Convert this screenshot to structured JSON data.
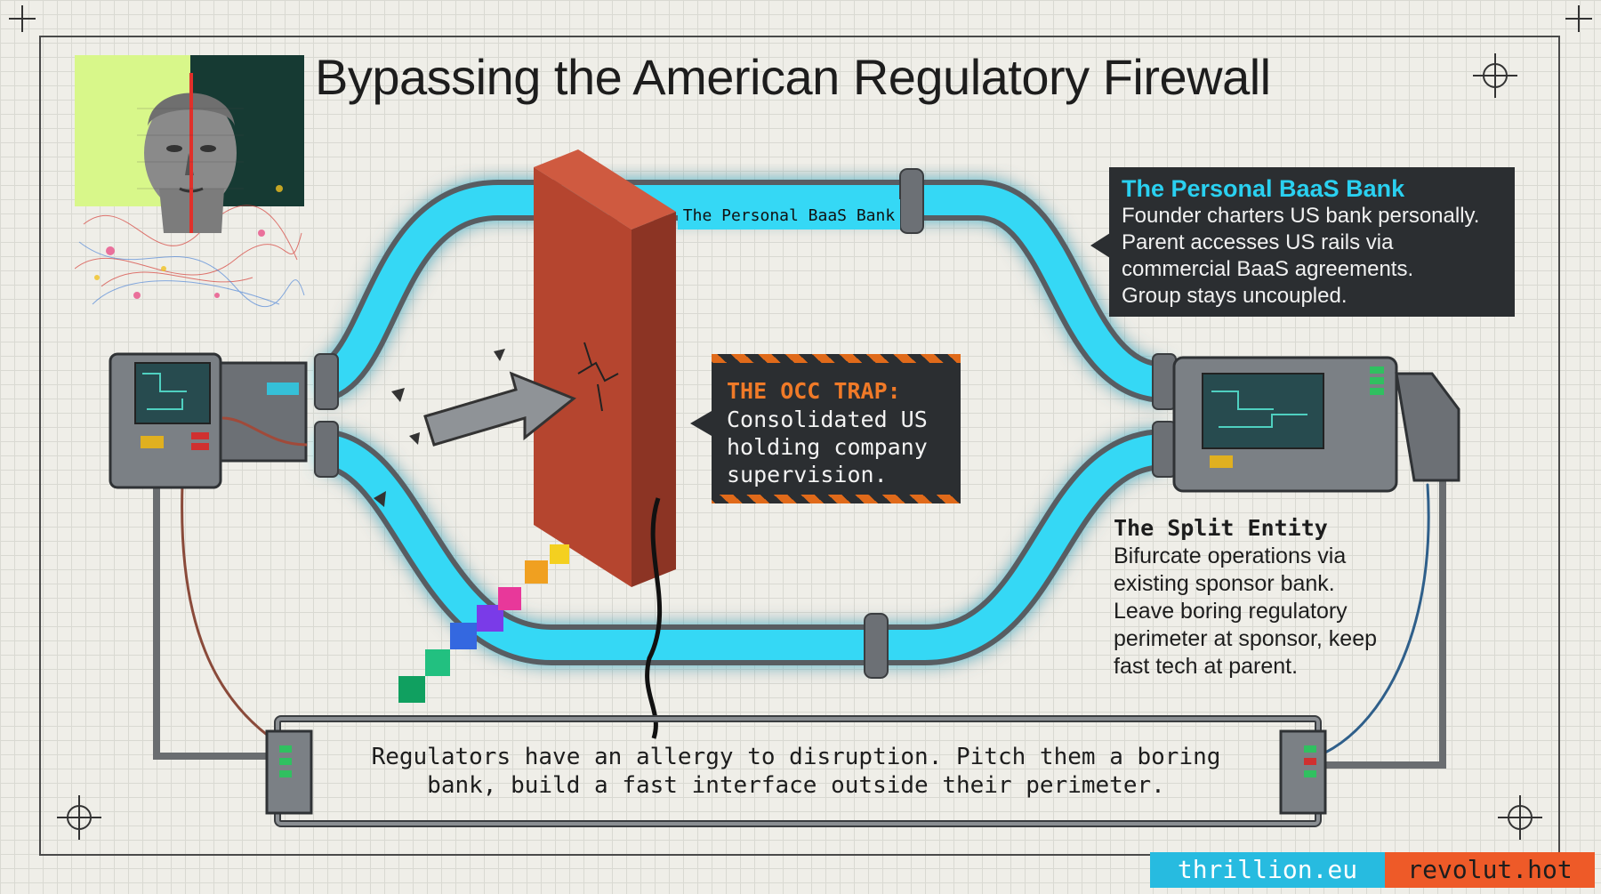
{
  "title": "Bypassing the American Regulatory Firewall",
  "pipe_label": "The Personal BaaS Bank",
  "baas_callout": {
    "heading": "The Personal BaaS Bank",
    "lines": [
      "Founder charters US bank personally.",
      "Parent accesses US rails via",
      "commercial BaaS agreements.",
      "Group stays uncoupled."
    ]
  },
  "occ_callout": {
    "heading": "THE OCC TRAP:",
    "lines": [
      "Consolidated US",
      "holding company",
      "supervision."
    ]
  },
  "split_entity": {
    "heading": "The Split Entity",
    "lines": [
      "Bifurcate operations via",
      "existing sponsor bank.",
      "Leave boring regulatory",
      "perimeter at sponsor, keep",
      "fast tech at parent."
    ]
  },
  "banner": {
    "lines": [
      "Regulators have an allergy to disruption. Pitch them a boring",
      "bank, build a fast interface outside their perimeter."
    ]
  },
  "badges": {
    "left": "thrillion.eu",
    "right": "revolut.hot"
  },
  "colors": {
    "pipe_glow": "#35d8f5",
    "wall": "#b5452f",
    "badge_blue": "#27bbe0",
    "badge_orange": "#ee5a28",
    "callout_bg": "#2b2e31",
    "accent_orange": "#f07a28"
  }
}
